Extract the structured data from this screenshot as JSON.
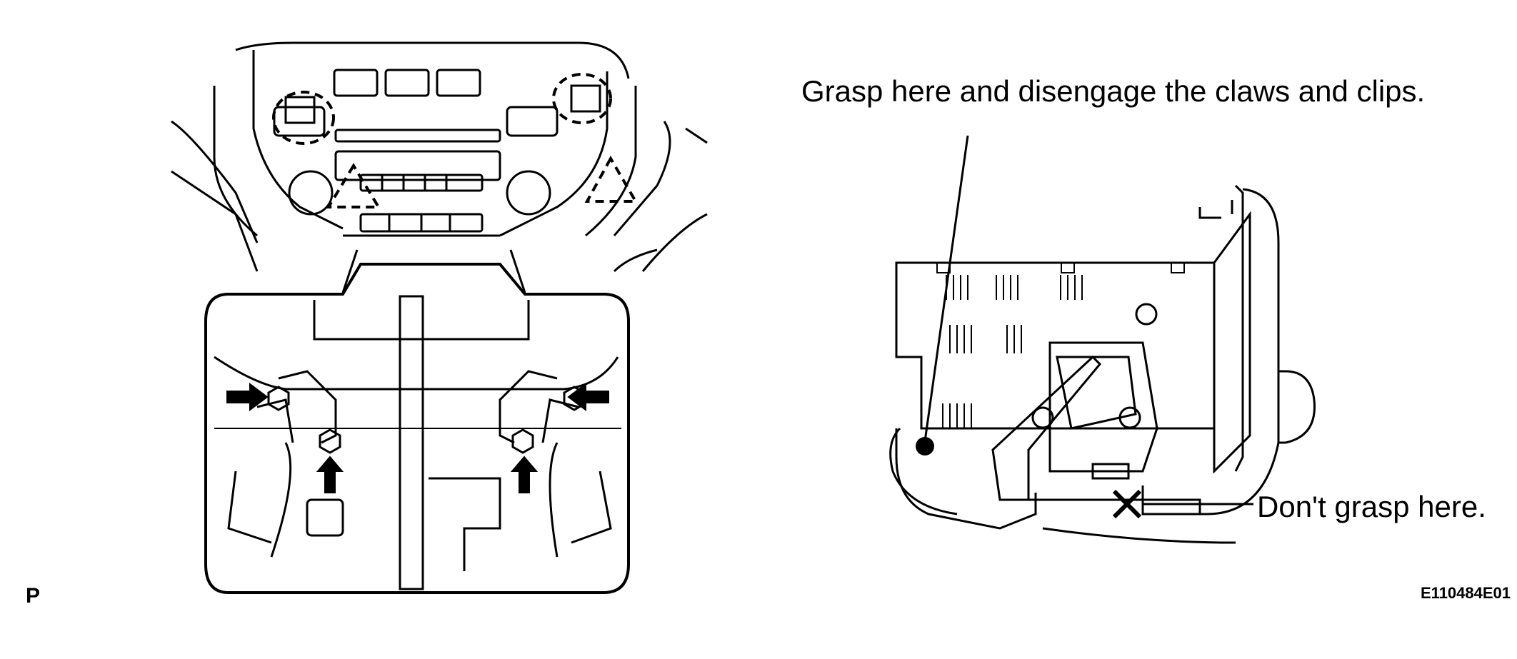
{
  "figure": {
    "left_panel": {
      "description_icon": "console-clip-location-icon",
      "inset_icon": "bolt-removal-inset-icon"
    },
    "right_panel": {
      "description_icon": "radio-assembly-removal-icon"
    },
    "labels": {
      "grasp_instruction": "Grasp here and disengage the claws and clips.",
      "dont_grasp": "Don't grasp here.",
      "page_marker": "P",
      "figure_id": "E110484E01"
    },
    "colors": {
      "line": "#000000",
      "background": "#ffffff"
    }
  }
}
